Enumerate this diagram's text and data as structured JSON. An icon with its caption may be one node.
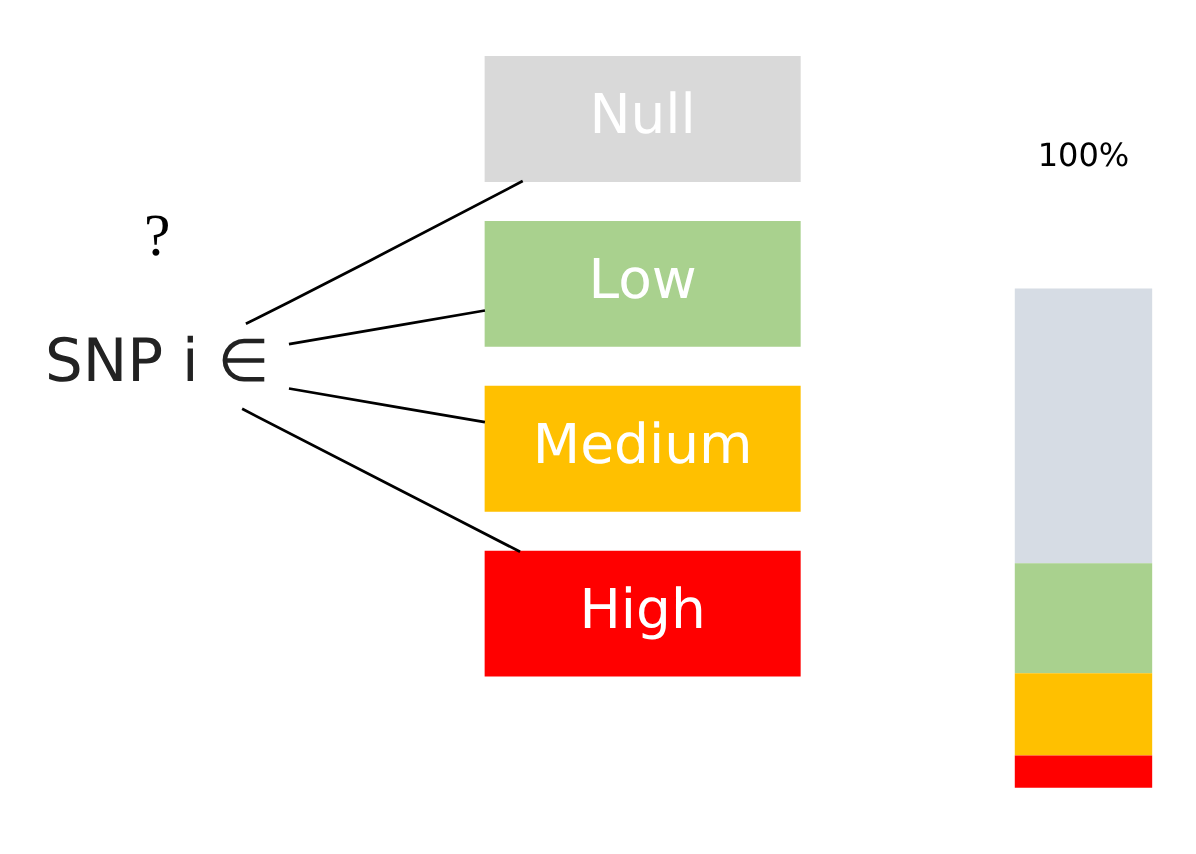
{
  "diagram": {
    "nodes": [
      {
        "text": [
          "SNP i ∈"
        ]
      },
      {
        "text": [
          "Null"
        ]
      },
      {
        "text": [
          "Low"
        ]
      },
      {
        "text": [
          "Medium"
        ]
      },
      {
        "text": [
          "High"
        ]
      },
      {
        "text": [],
        "shape": "bar"
      }
    ],
    "edges": [
      {
        "from": 0,
        "to": 1,
        "arrow": "none"
      },
      {
        "from": 0,
        "to": 2,
        "arrow": "none"
      },
      {
        "from": 0,
        "to": 3,
        "arrow": "none"
      },
      {
        "from": 0,
        "to": 4,
        "arrow": "none"
      }
    ],
    "labels": [
      "?",
      "100%"
    ]
  }
}
